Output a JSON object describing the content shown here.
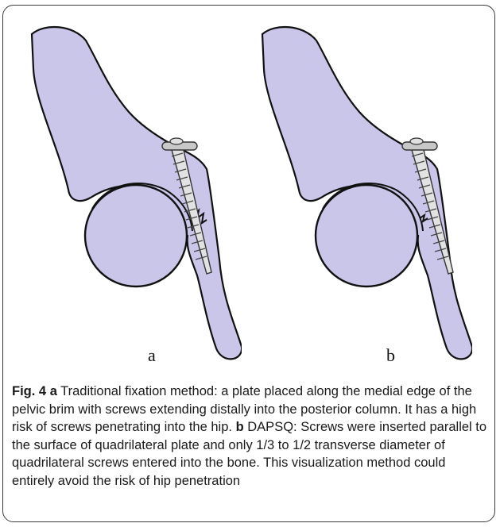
{
  "figure": {
    "panels": [
      {
        "id": "a",
        "label": "a",
        "variant": "traditional"
      },
      {
        "id": "b",
        "label": "b",
        "variant": "dapsq"
      }
    ],
    "colors": {
      "bone": "#c9c6ea",
      "outline": "#111111",
      "screw": "#e2e2e2",
      "plate": "#c8c8c8"
    }
  },
  "caption": {
    "fig_label": "Fig. 4",
    "part_a_letter": "a",
    "part_a_text": "Traditional fixation method: a plate placed along the medial edge of the pelvic brim with screws extending distally into the posterior column. It has a high risk of screws penetrating into the hip.",
    "part_b_letter": "b",
    "part_b_text": "DAPSQ: Screws were inserted parallel to the surface of quadrilateral plate and only 1/3 to 1/2 transverse diameter of quadrilateral screws entered into the bone. This visualization method could entirely avoid the risk of hip penetration"
  }
}
